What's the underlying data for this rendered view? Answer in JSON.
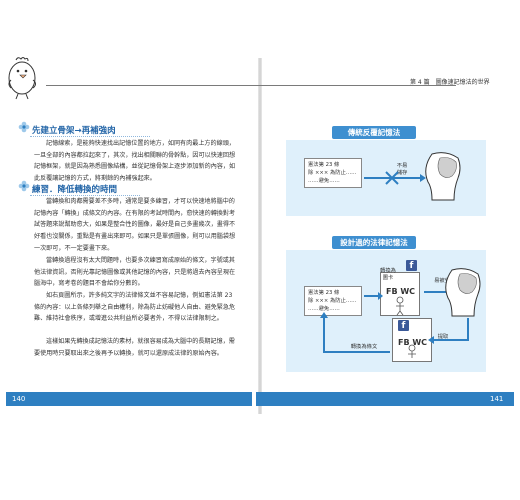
{
  "header": {
    "chapter": "第 4 篇　圖像速記憶法的世界"
  },
  "left": {
    "page_number": "140",
    "sections": [
      {
        "title": "先建立骨架→再補強肉",
        "paragraphs": [
          "記憶線索，是能夠快速找出記憶位置的地方，如同有肉最上方的線頭，一旦全部的內容都拉起來了，其次，找出相關聯的骨幹點，因可以快速回想記憶框架，就是因為熟悉圖像結構，並從記憶骨架上逐步添加新的內容，如此反覆讓記憶的方式，將剩餘的內補強起來。"
        ]
      },
      {
        "title": "練習．降低轉換的時間",
        "paragraphs": [
          "當轉換和肉都需要差不多時，通常是要多練習，才可以快速地將腦中的記憶內容「轉換」成條文的內容。在有限的考試時間內，愈快速的轉換對考試答題來說幫助愈大，如果是整合性的圖像，最好是自己多畫幾次，畫得不好看也沒關係，重點是有畫出來即可。如果只是單張圖像，則可以用腦袋想一次即可，不一定要畫下來。",
          "當轉換過程沒有太大問題時，也要多次練習寫成原始的條文，字號或其他法律資訊，否則光靠記憶圖像或其他記憶的內容，只是將過去內容呈現在腦海中，寫考卷的題目不會給你分數的。",
          "如右頁圖所示，許多純文字的法律條文並不容易記憶，例如憲法第 23 條的內容：以上各條列舉之自由權利，除為防止妨礙他人自由、避免緊急危難、維持社會秩序，或增進公共利益所必要者外，不得以法律限制之。",
          "這樣如果先轉換成記憶法的素材，就很容易成為大腦中的長期記憶，需要使用時只要取出來之後再予以轉換，就可以還原成法律的原始內容。"
        ]
      }
    ]
  },
  "right": {
    "page_number": "141",
    "boxes": [
      {
        "title": "傳統反覆記憶法",
        "law_card": [
          "憲法第 23 條",
          "除 ××× 為防止……",
          "……避免……"
        ],
        "label": "不易儲存"
      },
      {
        "title": "設計過的法律記憶法",
        "law_card": [
          "憲法第 23 條",
          "除 ××× 為防止……",
          "……避免……"
        ],
        "convert_card": "轉換為圖卡",
        "convert_label": "轉換為條文",
        "easy_label": "易被受而儲存",
        "retrieve_label": "提取",
        "card_text": "FB WC"
      }
    ]
  },
  "colors": {
    "accent": "#2e7fc1",
    "heading": "#2466a8",
    "panel": "#dff0fb",
    "highlight": "#b7dcf5"
  }
}
